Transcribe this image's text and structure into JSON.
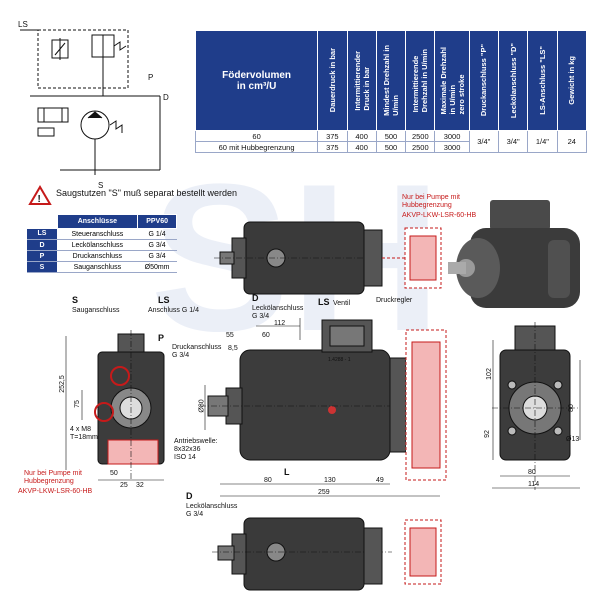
{
  "schematic": {
    "ls": "LS",
    "p": "P",
    "d": "D",
    "s": "S"
  },
  "spec_table": {
    "header_first": "Födervolumen\nin cm³/U",
    "columns": [
      "Dauerdruck in bar",
      "Intermittierender\nDruck in bar",
      "Mindest Drehzahl in\nU/min",
      "Intermittierende\nDrehzahl in U/min",
      "Maximale Drehzahl\nin U/min\nzero stroke",
      "Druckanschluss \"P\"",
      "Leckölanschluss \"D\"",
      "LS-Anschluss \"LS\"",
      "Gewicht in kg"
    ],
    "rows": [
      [
        "60",
        "375",
        "400",
        "500",
        "2500",
        "3000",
        "3/4\"",
        "3/4\"",
        "1/4\"",
        "24"
      ],
      [
        "60 mit Hubbegrenzung",
        "375",
        "400",
        "500",
        "2500",
        "3000",
        "",
        "",
        "",
        ""
      ]
    ]
  },
  "warning": "Saugstutzen \"S\" muß separat bestellt werden",
  "conn_table": {
    "headers": [
      "Anschlüsse",
      "PPV60"
    ],
    "rows": [
      {
        "key": "LS",
        "name": "Steueranschluss",
        "size": "G 1/4"
      },
      {
        "key": "D",
        "name": "Leckölanschluss",
        "size": "G 3/4"
      },
      {
        "key": "P",
        "name": "Druckanschluss",
        "size": "G 3/4"
      },
      {
        "key": "S",
        "name": "Sauganschluss",
        "size": "Ø50mm"
      }
    ]
  },
  "labels": {
    "hub_note_top": "Nur bei Pumpe mit\nHubbegrenzung",
    "hub_code_top": "AKVP-LKW-LSR-60-HB",
    "hub_note_left": "Nur bei Pumpe mit\nHubbegrenzung",
    "hub_code_left": "AKVP-LKW-LSR-60-HB",
    "s_letter": "S",
    "saug": "Sauganschluss",
    "ls_letter": "LS",
    "ls_anschluss": "Anschluss G 1/4",
    "p_letter": "P",
    "druck": "Druckanschluss\nG 3/4",
    "d_letter_top": "D",
    "leckol_top": "Leckölanschluss\nG 3/4",
    "ls_ventil_letter": "LS",
    "ventil": "Ventil",
    "druckregler": "Druckregler",
    "screws": "4 x M8\nT=18mm",
    "antrieb": "Antriebswelle:\n8x32x36\nISO 14",
    "d_letter_bottom": "D",
    "leckol_bottom": "Leckölanschluss\nG 3/4",
    "l_mark": "L",
    "dims": {
      "d252": "252,5",
      "d75": "75",
      "d50": "50",
      "d25": "25",
      "d32": "32",
      "d55": "55",
      "d60": "60",
      "d85": "8,5",
      "d112": "112",
      "dphi80": "Ø80",
      "d80a": "80",
      "d130": "130",
      "d49": "49",
      "d259": "259",
      "d102": "102",
      "d92": "92",
      "d80b": "80",
      "d80c": "80",
      "d114": "114",
      "d13": "Ø13",
      "part": "1.4288 - 1"
    }
  },
  "colors": {
    "table_blue": "#1f3d8a",
    "accent_red": "#c61a1a",
    "watermark": "#c9d3ea"
  }
}
